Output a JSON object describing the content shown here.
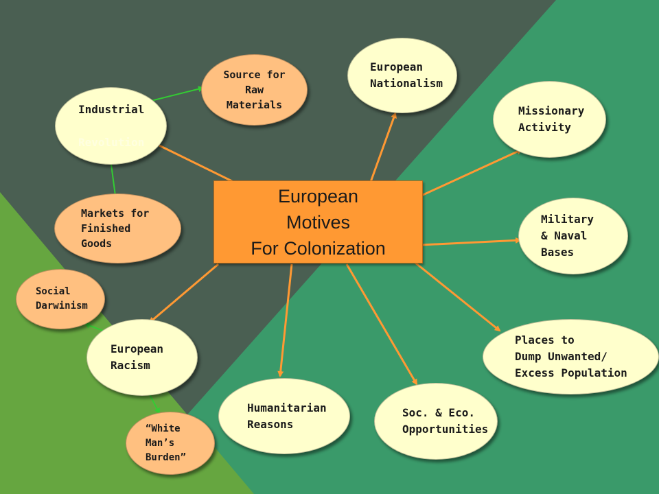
{
  "title": "European\nMotives\nFor Colonization",
  "nodes": {
    "industrial_line1": "Industrial",
    "industrial_line2": "Revolution",
    "raw_materials": "Source for\nRaw\nMaterials",
    "markets": "Markets for\nFinished\nGoods",
    "nationalism": "European\nNationalism",
    "missionary": "Missionary\nActivity",
    "military": "Military\n& Naval\nBases",
    "population": "Places to\nDump Unwanted/\nExcess Population",
    "soc_eco": "Soc. & Eco.\nOpportunities",
    "humanitarian": "Humanitarian\nReasons",
    "racism": "European\nRacism",
    "social_darwinism": "Social\nDarwinism",
    "white_mans_burden": "“White\nMan’s\nBurden”"
  },
  "colors": {
    "bg_dark": "#4a5f52",
    "bg_mid": "#3a9a6a",
    "bg_light": "#66a640",
    "center": "#ff9933",
    "node_yellow": "#ffffcc",
    "node_peach": "#ffc080",
    "arrow_orange": "#ff9933",
    "arrow_green": "#33cc33"
  }
}
